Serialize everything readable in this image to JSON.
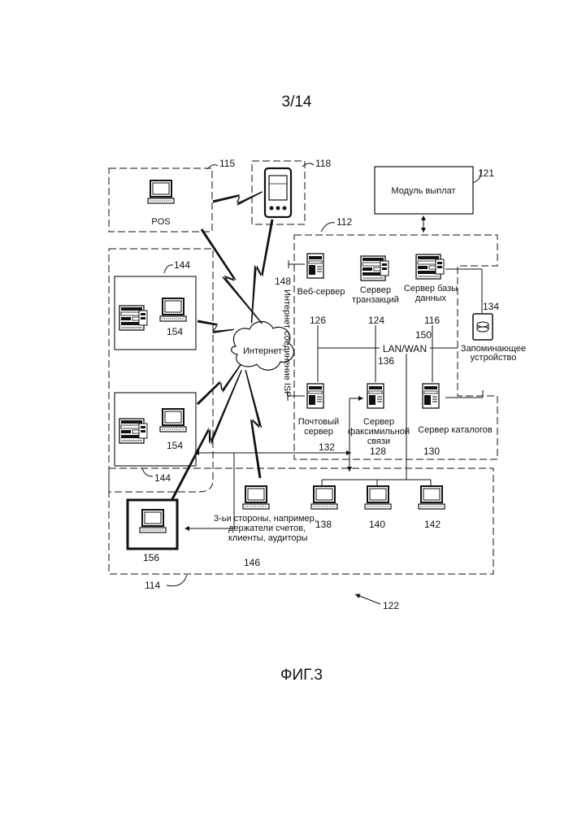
{
  "sheet_label": "3/14",
  "figure_caption": "ФИГ.3",
  "nodes": {
    "pos": {
      "label": "POS",
      "ref": "115"
    },
    "mobile": {
      "ref": "118"
    },
    "payout_module": {
      "label": "Модуль выплат",
      "ref": "121"
    },
    "server_group": {
      "ref": "112"
    },
    "web_server": {
      "label": "Веб-сервер",
      "ref": "148"
    },
    "transaction_server": {
      "label_line1": "Сервер",
      "label_line2": "транзакций"
    },
    "database_server": {
      "label_line1": "Сервер базы",
      "label_line2": "данных"
    },
    "storage": {
      "label_line1": "Запоминающее",
      "label_line2": "устройство",
      "ref": "134"
    },
    "lan_wan": {
      "label": "LAN/WAN",
      "ref_126": "126",
      "ref_124": "124",
      "ref_116": "116",
      "ref_150": "150",
      "ref_136": "136"
    },
    "mail_server": {
      "label_line1": "Почтовый",
      "label_line2": "сервер",
      "ref": "132"
    },
    "fax_server": {
      "label_line1": "Сервер",
      "label_line2": "факсимильной",
      "label_line3": "связи",
      "ref": "128"
    },
    "catalog_server": {
      "label": "Сервер каталогов",
      "ref": "130"
    },
    "internet": {
      "label": "Интернет"
    },
    "isp_connection": {
      "label": "Интернет соединение ISP"
    },
    "client_group": {
      "ref": "144",
      "ref_bottom": "144",
      "ws1_ref": "154",
      "ws2_ref": "154"
    },
    "third_parties": {
      "label_line1": "3-ьи стороны, например,",
      "label_line2": "держатели счетов,",
      "label_line3": "клиенты, аудиторы"
    },
    "workstation_156": {
      "ref": "156"
    },
    "terminals": {
      "ref_138": "138",
      "ref_140": "140",
      "ref_142": "142"
    },
    "lower_group": {
      "ref": "146",
      "ref_outer": "114"
    },
    "system": {
      "ref": "122"
    }
  }
}
